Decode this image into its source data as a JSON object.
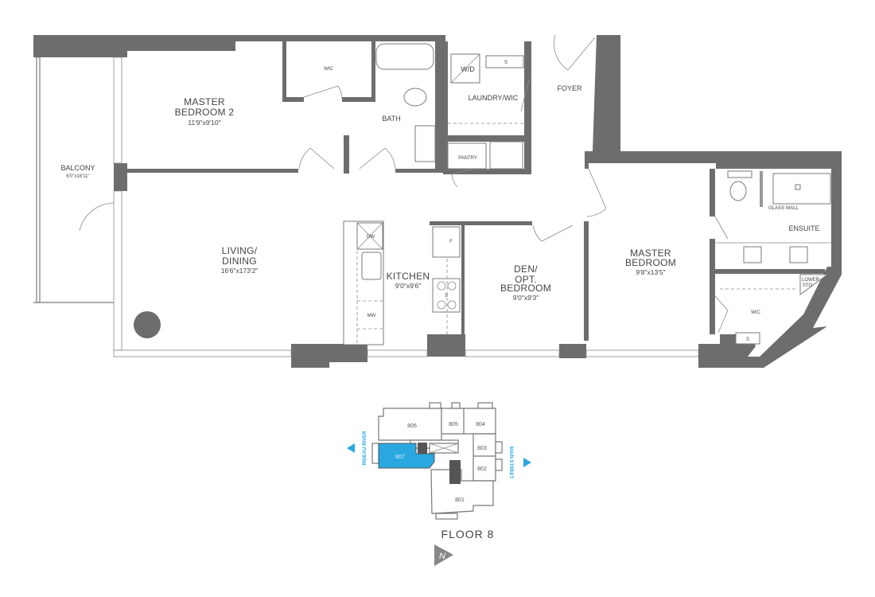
{
  "plan": {
    "rooms": {
      "master_bedroom_2": {
        "line1": "MASTER",
        "line2": "BEDROOM 2",
        "dims": "11'9\"x9'10\""
      },
      "wic_1": "WIC",
      "bath": "BATH",
      "wd": "W/D",
      "laundry_shelf": "S",
      "laundry": "LAUNDRY/WIC",
      "pantry": "PANTRY",
      "foyer": "FOYER",
      "balcony": {
        "line1": "BALCONY",
        "dims": "6'0\"x18'11\""
      },
      "living": {
        "line1": "LIVING/",
        "line2": "DINING",
        "dims": "16'6\"x173'2\""
      },
      "dw": "DW",
      "mw": "MW",
      "kitchen": {
        "line1": "KITCHEN",
        "dims": "9'0\"x9'6\""
      },
      "fridge": "F",
      "stove": "S",
      "den": {
        "line1": "DEN/",
        "line2": "OPT.",
        "line3": "BEDROOM",
        "dims": "9'0\"x9'3\""
      },
      "master_bedroom": {
        "line1": "MASTER",
        "line2": "BEDROOM",
        "dims": "9'8\"x13'5\""
      },
      "glass_wall": "GLASS WALL",
      "ensuite": "ENSUITE",
      "lower_sto": {
        "line1": "LOWER",
        "line2": "STO"
      },
      "wic_2": "WIC",
      "wic_shelf": "S"
    }
  },
  "keyplan": {
    "units": [
      "806",
      "805",
      "804",
      "803",
      "802",
      "801",
      "807"
    ],
    "selected_unit": "807",
    "west_label": "RIDEAU RIVER",
    "east_label": "MAIN STREET",
    "floor_label": "FLOOR 8",
    "compass": "N",
    "accent_color": "#29a8e0"
  },
  "colors": {
    "wall": "#6d6d6d",
    "highlight": "#29a8e0"
  }
}
